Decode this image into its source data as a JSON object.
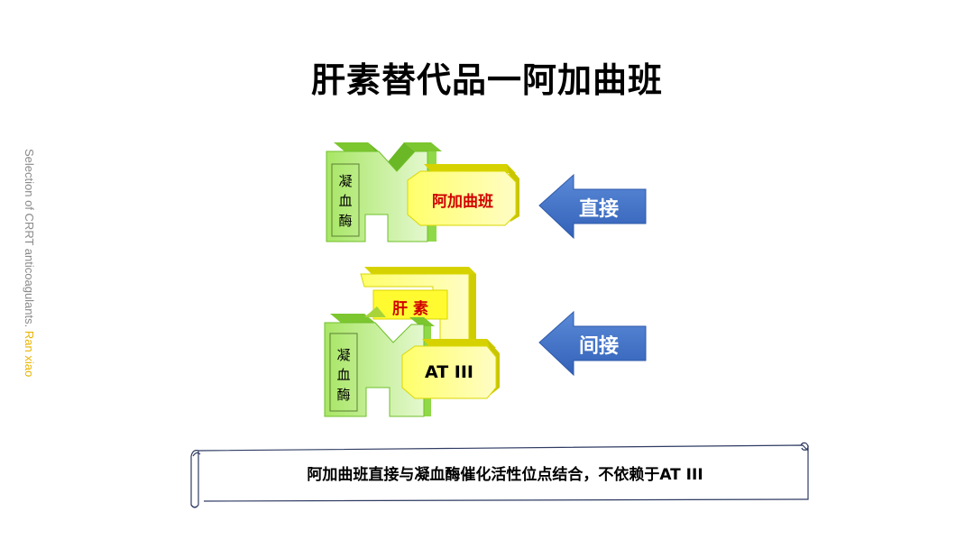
{
  "title": "肝素替代品一阿加曲班",
  "side_caption": {
    "main": "Selection of CRRT anticoagulants. ",
    "author": "Ran xiao"
  },
  "direct_panel": {
    "enzyme": "凝血酶",
    "inhibitor": "阿加曲班",
    "arrow_label": "直接"
  },
  "indirect_panel": {
    "enzyme": "凝血酶",
    "heparin": "肝 素",
    "cofactor": "AT III",
    "arrow_label": "间接"
  },
  "note": "阿加曲班直接与凝血酶催化活性位点结合，不依赖于AT III",
  "colors": {
    "enzyme_green": "#8fdc3c",
    "drug_yellow": "#f2f000",
    "arrow_blue": "#3f6fc6",
    "red_text": "#d10000",
    "scroll_outline": "#2f3b63"
  }
}
